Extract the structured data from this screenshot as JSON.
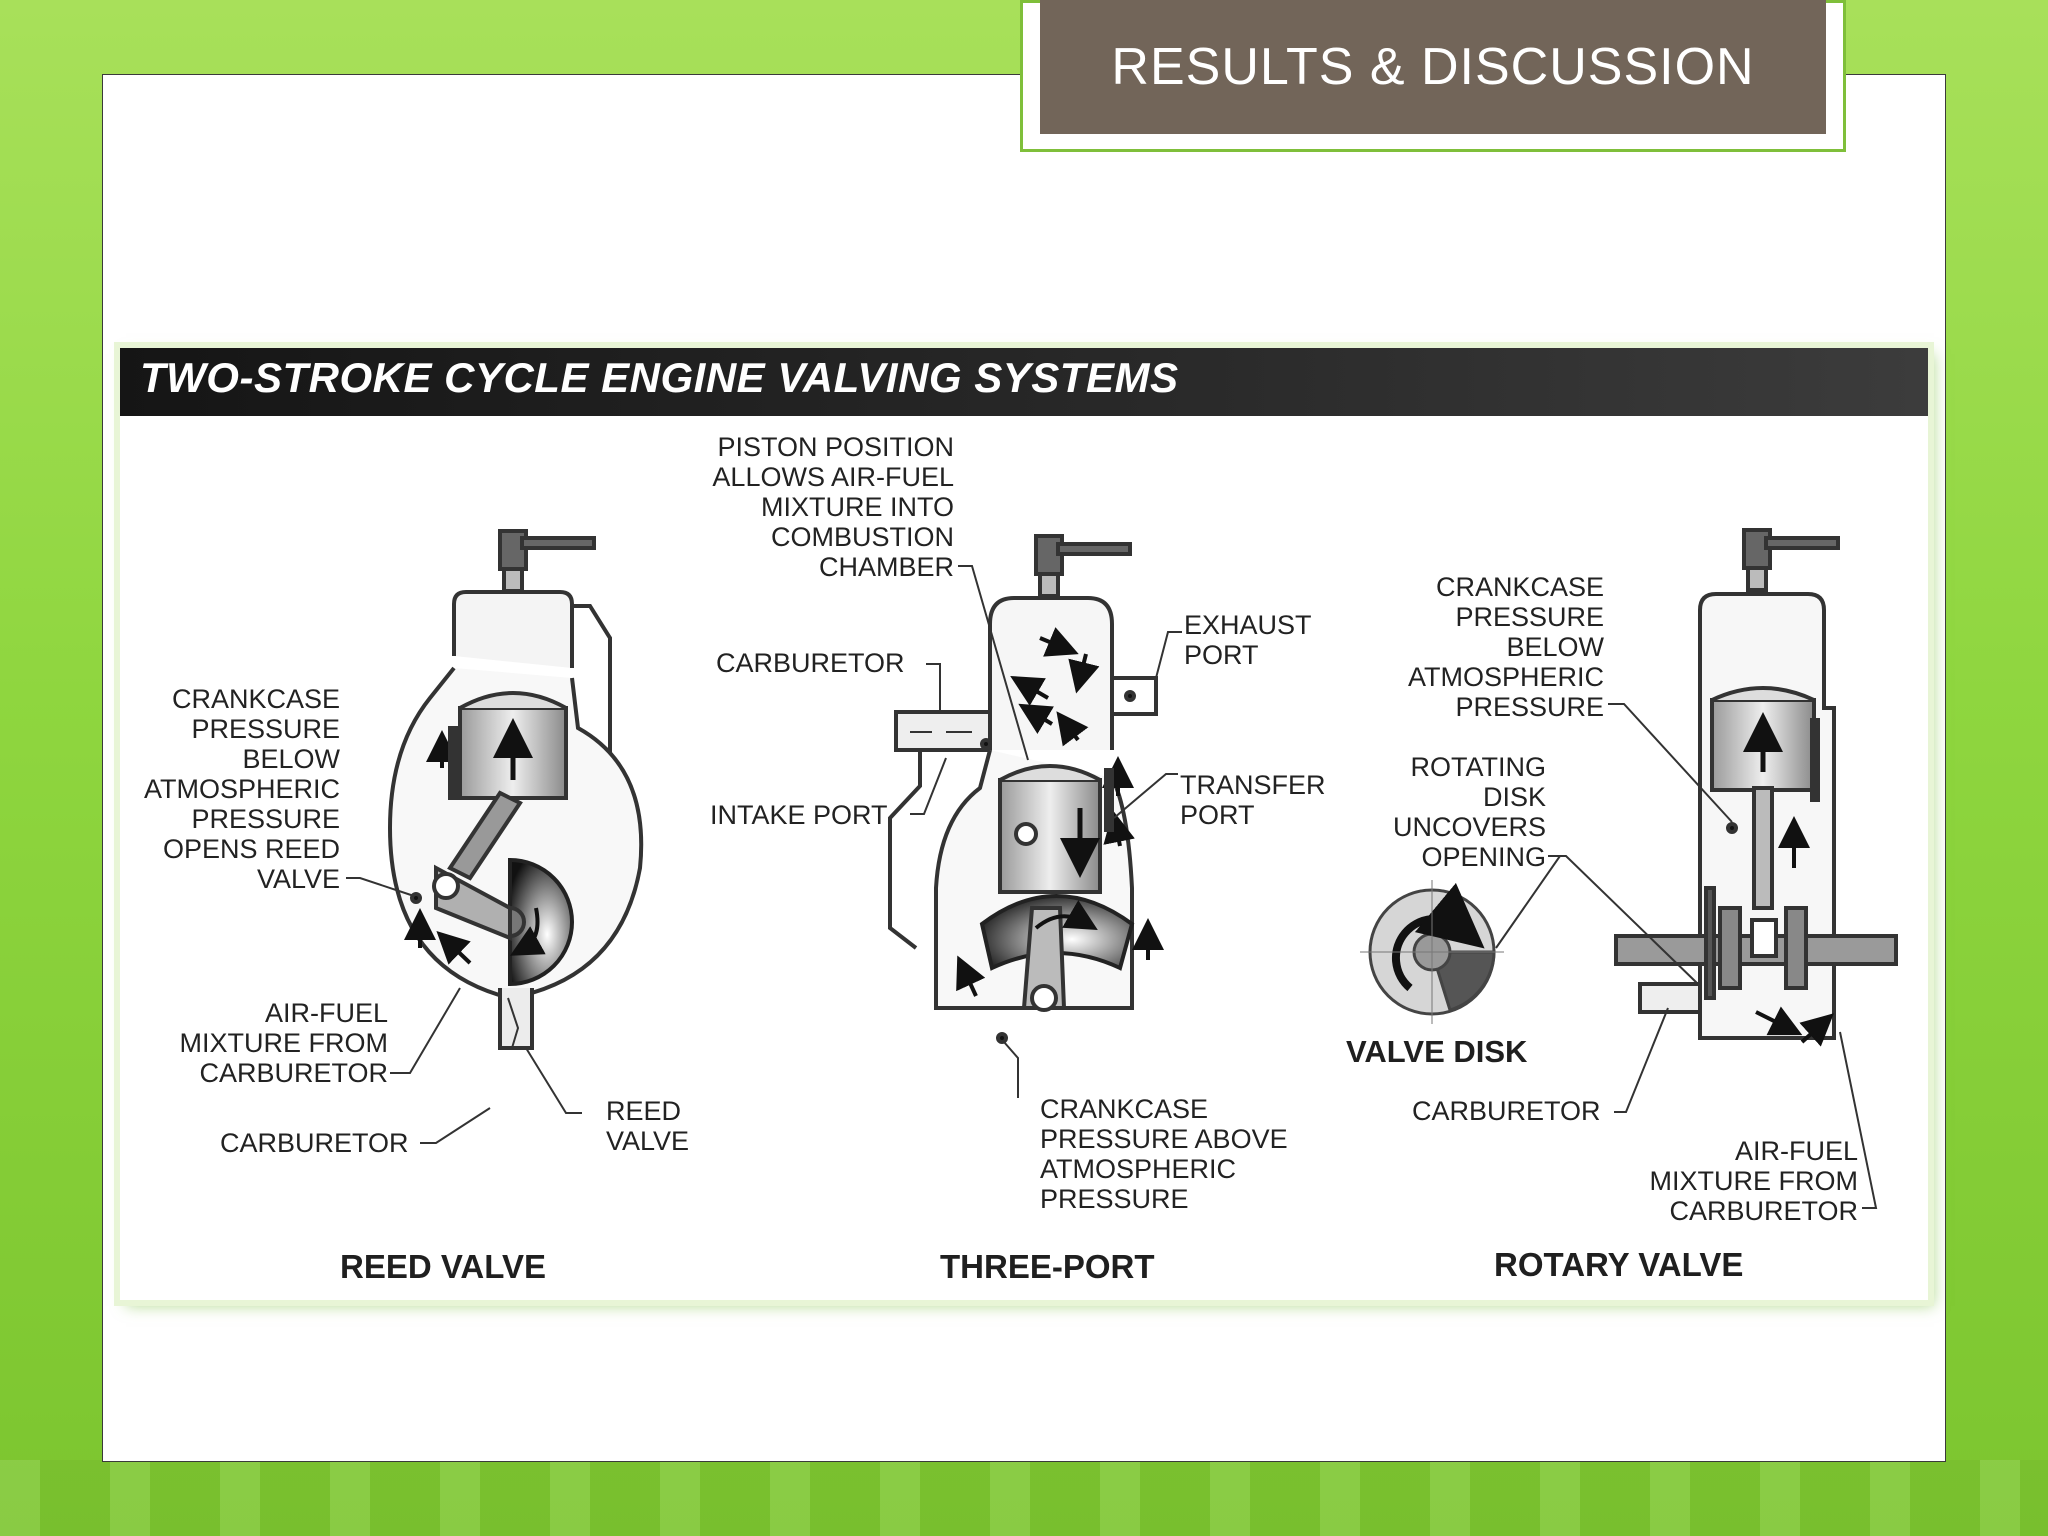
{
  "slide": {
    "title": "RESULTS & DISCUSSION"
  },
  "figure": {
    "title": "TWO-STROKE CYCLE ENGINE VALVING SYSTEMS",
    "reed": {
      "caption": "REED VALVE",
      "crankcase_label": "CRANKCASE\nPRESSURE\nBELOW\nATMOSPHERIC\nPRESSURE\nOPENS REED\nVALVE",
      "mixture_label": "AIR-FUEL\nMIXTURE FROM\nCARBURETOR",
      "carburetor_label": "CARBURETOR",
      "reed_valve_label": "REED\nVALVE"
    },
    "three_port": {
      "caption": "THREE-PORT",
      "piston_label": "PISTON POSITION\nALLOWS AIR-FUEL\nMIXTURE INTO\nCOMBUSTION\nCHAMBER",
      "carburetor_label": "CARBURETOR",
      "exhaust_label": "EXHAUST\nPORT",
      "intake_label": "INTAKE PORT",
      "transfer_label": "TRANSFER\nPORT",
      "crankcase_label": "CRANKCASE\nPRESSURE ABOVE\nATMOSPHERIC\nPRESSURE"
    },
    "rotary": {
      "caption": "ROTARY VALVE",
      "crankcase_label": "CRANKCASE\nPRESSURE\nBELOW\nATMOSPHERIC\nPRESSURE",
      "disk_label": "ROTATING\nDISK\nUNCOVERS\nOPENING",
      "valve_disk_label": "VALVE DISK",
      "carburetor_label": "CARBURETOR",
      "mixture_label": "AIR-FUEL\nMIXTURE FROM\nCARBURETOR"
    }
  },
  "colors": {
    "background": "#8fd63f",
    "title_box": "#726559",
    "title_frame": "#7fbf3a",
    "header_bar": "#1e1e1e"
  }
}
